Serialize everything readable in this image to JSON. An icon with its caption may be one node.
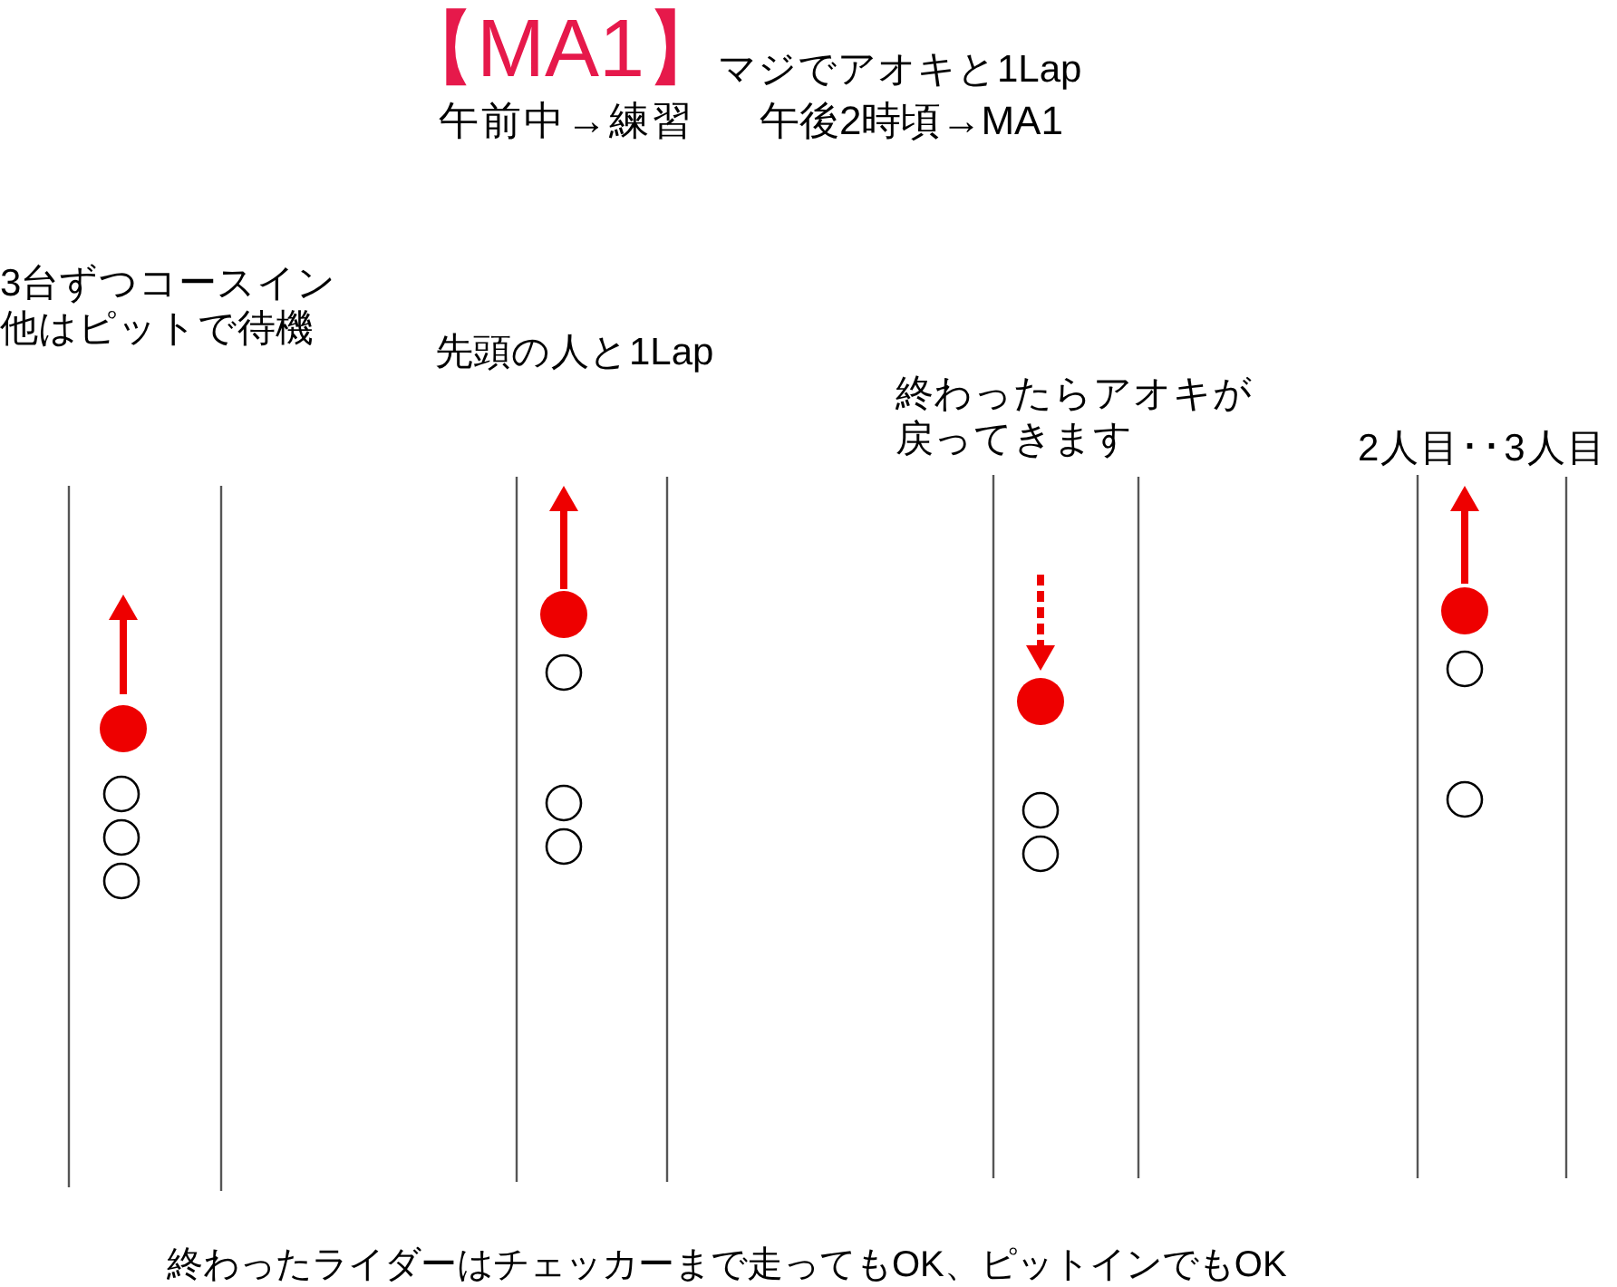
{
  "diagram": {
    "title": "【MA1】",
    "labels": [
      "マジでアオキと1Lap",
      "午前中→練習",
      "午後2時頃→MA1",
      "3台ずつコースイン他はピットで待機",
      "先頭の人と1Lap",
      "終わったらアオキが戻ってきます",
      "2人目･･3人目",
      "終わったライダーはチェッカーまで走ってもOK、ピットインでもOK"
    ]
  }
}
